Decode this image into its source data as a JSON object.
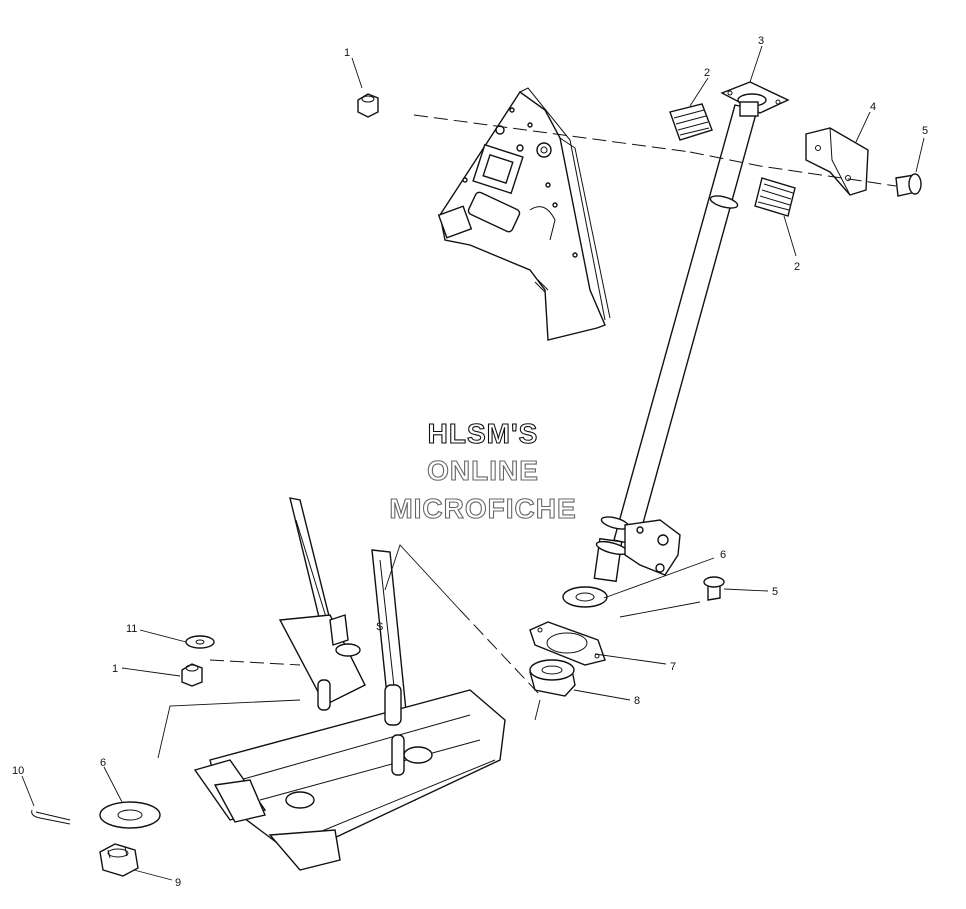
{
  "watermark": {
    "line1": "HLSM'S",
    "line2": "ONLINE",
    "line3": "MICROFICHE"
  },
  "callouts": {
    "c1_top": "1",
    "c2_upper": "2",
    "c3": "3",
    "c4": "4",
    "c5_upper": "5",
    "c2_lower": "2",
    "c6_mid": "6",
    "c5_mid": "5",
    "c7": "7",
    "c8": "8",
    "c11": "11",
    "c1_low": "1",
    "c10": "10",
    "c6_low": "6",
    "c9": "9"
  },
  "frame_mark": "S",
  "parts": {
    "nut": "nut",
    "bushing_half": "bushing-half",
    "flange_plate": "flange-plate",
    "clamp_bracket": "clamp-bracket",
    "bolt": "bolt",
    "washer": "washer",
    "gasket_plate": "gasket-plate",
    "bearing": "bearing",
    "cotter_pin": "cotter-pin",
    "castle_nut": "castle-nut"
  }
}
